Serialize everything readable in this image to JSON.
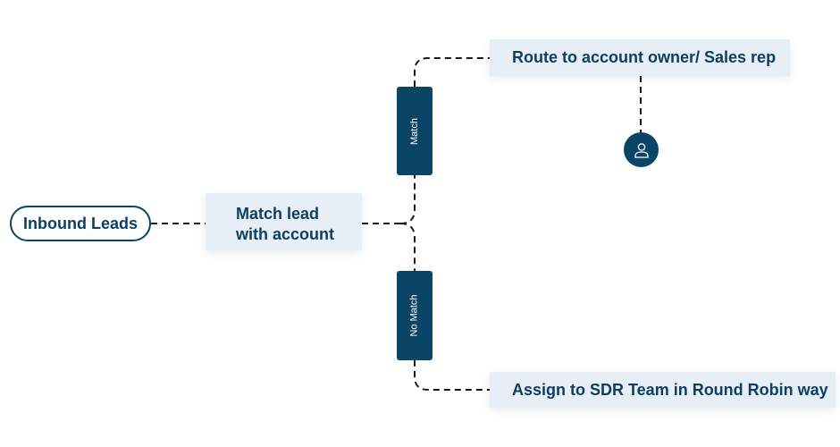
{
  "flow": {
    "start": {
      "label": "Inbound Leads"
    },
    "match_step": {
      "line1": "Match lead",
      "line2": "with account"
    },
    "branch_match": {
      "label": "Match",
      "target": "Route to account owner/ Sales rep"
    },
    "branch_no_match": {
      "label": "No Match",
      "target": "Assign to SDR Team in Round Robin way"
    },
    "owner_icon": "user-icon"
  },
  "colors": {
    "navy": "#0b4566",
    "text": "#0d3f62",
    "box_fill": "#e7eef6",
    "connector": "#1a1a1a"
  }
}
